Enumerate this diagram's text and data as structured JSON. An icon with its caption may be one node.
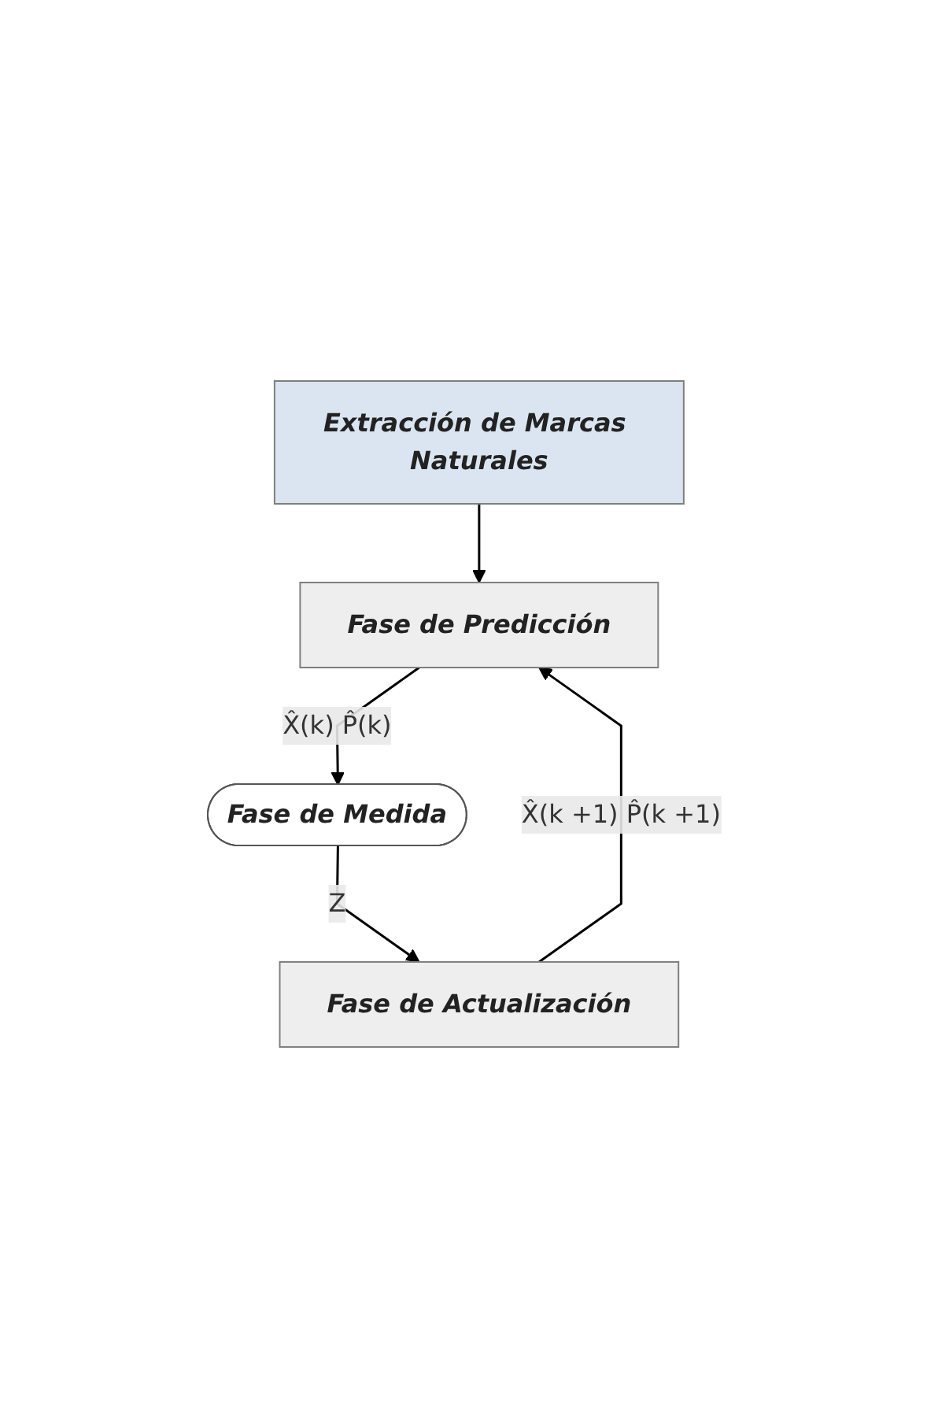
{
  "diagram": {
    "nodes": [
      {
        "text": [
          "Extracción de Marcas Naturales"
        ]
      },
      {
        "text": [
          "Fase de Predicción"
        ]
      },
      {
        "text": [
          "Fase de Medida"
        ]
      },
      {
        "text": [
          "Fase de Actualización"
        ]
      }
    ],
    "edges": [
      {
        "from": 0,
        "to": 1,
        "arrow": "to"
      },
      {
        "from": 1,
        "to": 2,
        "arrow": "to",
        "label": "X̂(k) P̂(k)"
      },
      {
        "from": 2,
        "to": 3,
        "arrow": "to",
        "label": "Z"
      },
      {
        "from": 3,
        "to": 1,
        "arrow": "to",
        "label": "X̂(k +1) P̂(k +1)"
      }
    ]
  }
}
